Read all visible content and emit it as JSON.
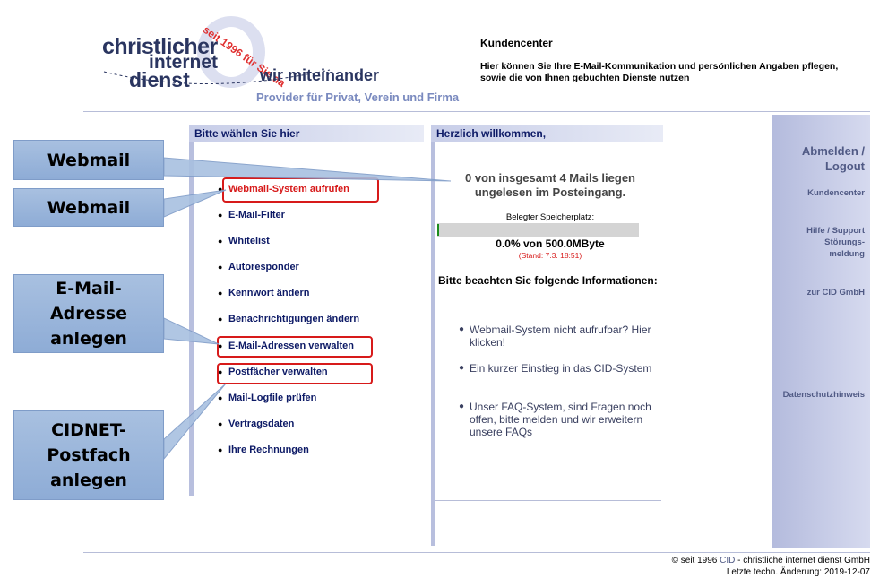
{
  "logo": {
    "line1": "christlicher",
    "line2": "internet",
    "line3": "dienst",
    "tagline": "wir miteinander",
    "seit": "seit 1996 für Sie da",
    "provider": "Provider für Privat, Verein und Firma"
  },
  "header": {
    "title": "Kundencenter",
    "description": "Hier können Sie Ihre E-Mail-Kommunikation und persönlichen Angaben pflegen, sowie die von Ihnen gebuchten Dienste nutzen"
  },
  "left": {
    "heading": "Bitte wählen Sie hier",
    "items": [
      {
        "label": "Webmail-System aufrufen",
        "active": true
      },
      {
        "label": "E-Mail-Filter"
      },
      {
        "label": "Whitelist"
      },
      {
        "label": "Autoresponder"
      },
      {
        "label": "Kennwort ändern"
      },
      {
        "label": "Benachrichtigungen ändern"
      },
      {
        "label": "E-Mail-Adressen verwalten"
      },
      {
        "label": "Postfächer verwalten"
      },
      {
        "label": "Mail-Logfile prüfen"
      },
      {
        "label": "Vertragsdaten"
      },
      {
        "label": "Ihre Rechnungen"
      }
    ]
  },
  "middle": {
    "heading": "Herzlich willkommen,",
    "mails": "0 von insgesamt 4 Mails liegen ungelesen im Posteingang.",
    "storage_label": "Belegter Speicherplatz:",
    "storage_fraction": 0.0,
    "storage_text": "0.0% von 500.0MByte",
    "stand": "(Stand: 7.3. 18:51)",
    "notice": "Bitte beachten Sie folgende Informationen:",
    "info": [
      "Webmail-System nicht aufrufbar? Hier klicken!",
      "Ein kurzer Einstieg in das CID-System",
      "Unser FAQ-System, sind Fragen noch offen, bitte melden und wir erweitern unsere FAQs"
    ]
  },
  "right": {
    "logout": "Abmelden / Logout",
    "kundencenter": "Kundencenter",
    "hilfe": "Hilfe / Support Störungs-meldung",
    "cid": "zur CID GmbH",
    "datenschutz": "Datenschutzhinweis"
  },
  "footer": {
    "copyright_prefix": "© seit 1996",
    "cid": "CID",
    "copyright_suffix": "- christliche internet dienst GmbH",
    "changed": "Letzte techn. Änderung: 2019-12-07"
  },
  "annotations": {
    "webmail1": "Webmail",
    "webmail2": "Webmail",
    "email_anlegen": "E-Mail-Adresse anlegen",
    "postfach_anlegen": "CIDNET-Postfach anlegen"
  },
  "colors": {
    "accent_red": "#d71a1a",
    "nav_blue": "#0d1a66",
    "callout_blue": "#8eacd6"
  }
}
